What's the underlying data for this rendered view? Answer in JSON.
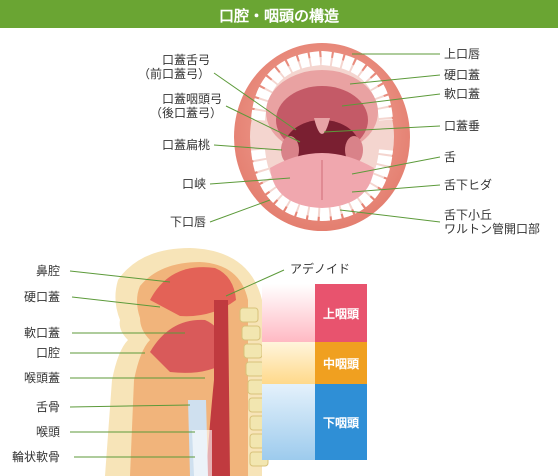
{
  "title": "口腔・咽頭の構造",
  "mouth_labels_left": [
    {
      "id": "palatoglossal",
      "line1": "口蓋舌弓",
      "line2": "（前口蓋弓）"
    },
    {
      "id": "palatopharyngeal",
      "line1": "口蓋咽頭弓",
      "line2": "（後口蓋弓）"
    },
    {
      "id": "tonsil",
      "line1": "口蓋扁桃"
    },
    {
      "id": "isthmus",
      "line1": "口峡"
    },
    {
      "id": "lower-lip",
      "line1": "下口唇"
    }
  ],
  "mouth_labels_right": [
    {
      "id": "upper-lip",
      "line1": "上口唇"
    },
    {
      "id": "hard-palate",
      "line1": "硬口蓋"
    },
    {
      "id": "soft-palate",
      "line1": "軟口蓋"
    },
    {
      "id": "uvula",
      "line1": "口蓋垂"
    },
    {
      "id": "tongue",
      "line1": "舌"
    },
    {
      "id": "frenulum",
      "line1": "舌下ヒダ"
    },
    {
      "id": "caruncle",
      "line1": "舌下小丘",
      "line2": "ワルトン管開口部"
    }
  ],
  "section_labels": [
    {
      "id": "nasal-cavity",
      "text": "鼻腔"
    },
    {
      "id": "hard-palate",
      "text": "硬口蓋"
    },
    {
      "id": "soft-palate",
      "text": "軟口蓋"
    },
    {
      "id": "oral-cavity",
      "text": "口腔"
    },
    {
      "id": "epiglottis",
      "text": "喉頭蓋"
    },
    {
      "id": "hyoid",
      "text": "舌骨"
    },
    {
      "id": "larynx",
      "text": "喉頭"
    },
    {
      "id": "cricoid",
      "text": "輪状軟骨"
    }
  ],
  "adenoid_label": "アデノイド",
  "pharynx_bands": [
    {
      "id": "upper",
      "text": "上咽頭",
      "color": "#e8536e"
    },
    {
      "id": "middle",
      "text": "中咽頭",
      "color": "#f0a020"
    },
    {
      "id": "lower",
      "text": "下咽頭",
      "color": "#2f8fd6"
    }
  ],
  "colors": {
    "title_bg": "#6aa533",
    "leader": "#5c9a3a"
  }
}
